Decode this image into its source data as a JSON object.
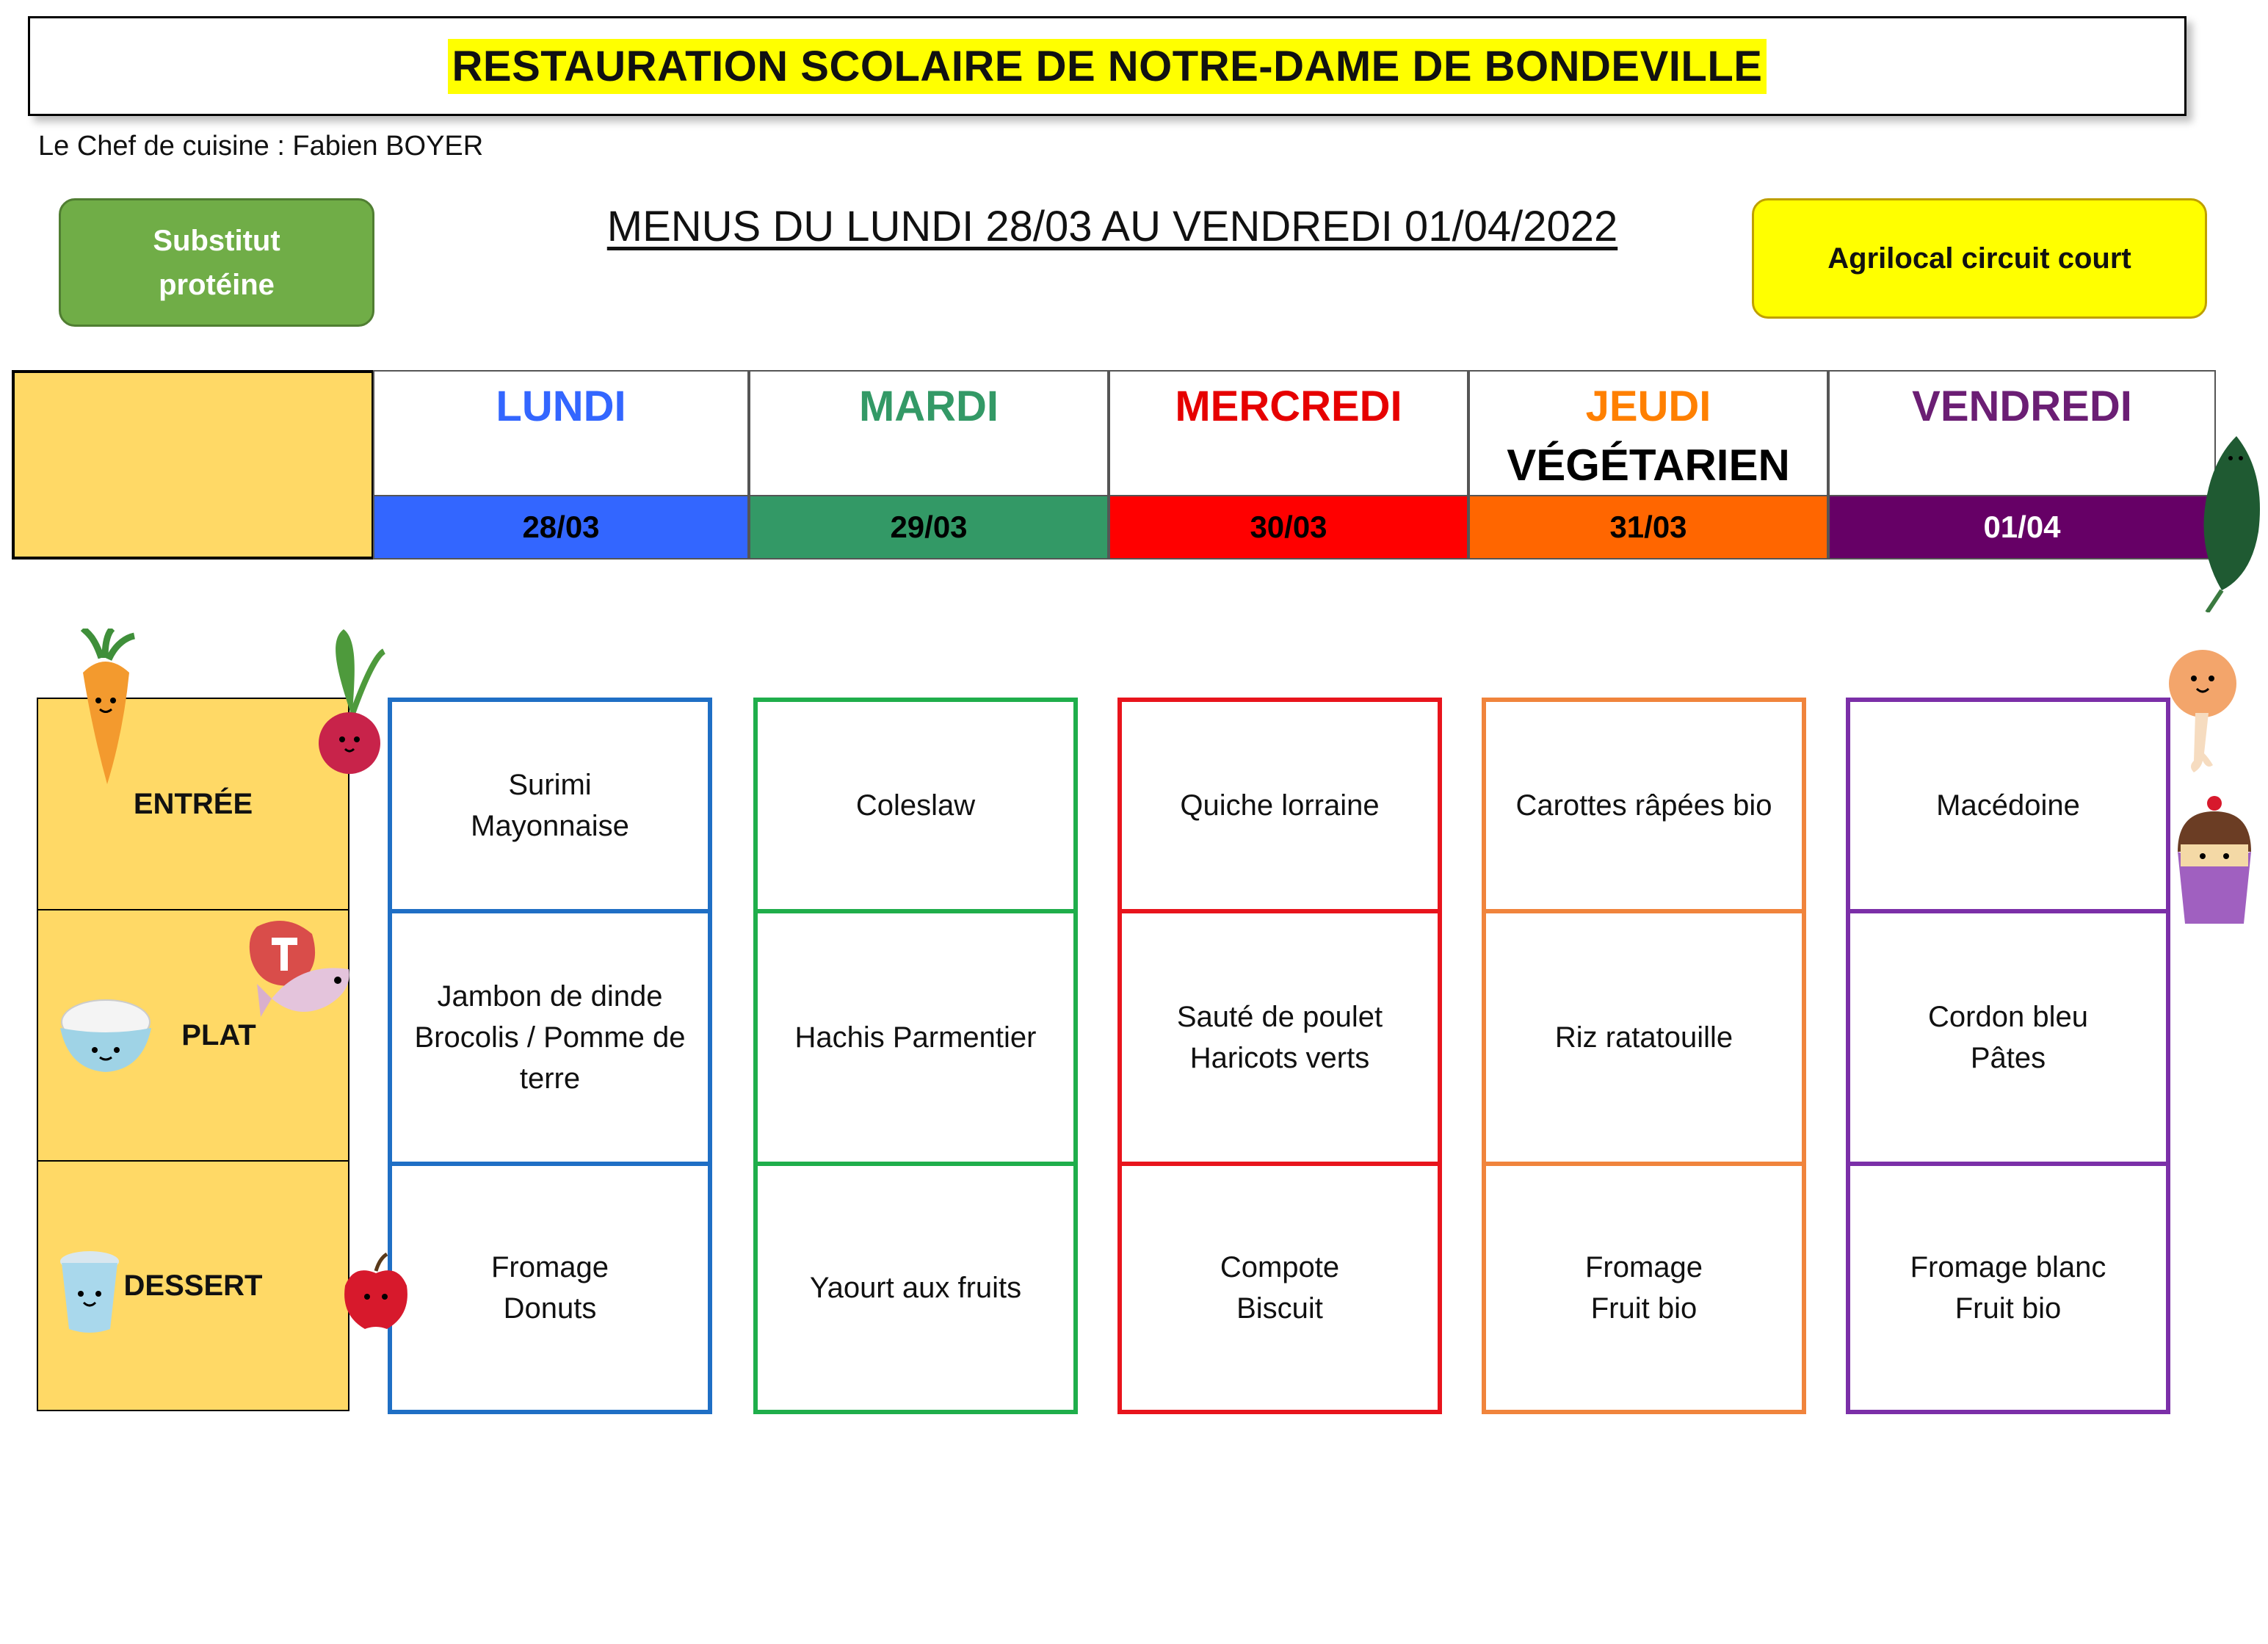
{
  "header": {
    "title": "RESTAURATION SCOLAIRE DE NOTRE-DAME DE BONDEVILLE",
    "chef": "Le Chef de cuisine : Fabien BOYER",
    "menu_title": "MENUS DU LUNDI 28/03 AU VENDREDI 01/04/2022"
  },
  "legend": {
    "substitut": "Substitut\nprotéine",
    "agrilocal": "Agrilocal circuit court",
    "colors": {
      "substitut": "#70ad47",
      "agrilocal": "#ffff00"
    }
  },
  "days": [
    {
      "name": "LUNDI",
      "date": "28/03",
      "color": "#3366ff",
      "header_color": "#3366ff"
    },
    {
      "name": "MARDI",
      "date": "29/03",
      "color": "#339966",
      "header_color": "#339966"
    },
    {
      "name": "MERCREDI",
      "date": "30/03",
      "color": "#ff0000",
      "header_color": "#e60000"
    },
    {
      "name": "JEUDI",
      "subtitle": "VÉGÉTARIEN",
      "date": "31/03",
      "color": "#ff6600",
      "header_color": "#ff8000"
    },
    {
      "name": "VENDREDI",
      "date": "01/04",
      "color": "#660066",
      "header_color": "#6b1e74"
    }
  ],
  "courses": [
    "ENTRÉE",
    "PLAT",
    "DESSERT"
  ],
  "menu": {
    "entree": [
      "Surimi\nMayonnaise",
      "Coleslaw",
      "Quiche lorraine",
      "Carottes râpées bio",
      "Macédoine"
    ],
    "plat": [
      "Jambon de dinde\nBrocolis / Pomme de\nterre",
      "Hachis Parmentier",
      "Sauté de poulet\nHaricots verts",
      "Riz ratatouille",
      "Cordon bleu\nPâtes"
    ],
    "dessert": [
      "Fromage\nDonuts",
      "Yaourt aux fruits",
      "Compote\nBiscuit",
      "Fromage\nFruit bio",
      "Fromage blanc\nFruit bio"
    ]
  },
  "cell_border_colors": [
    "#1f6fc5",
    "#1fae4b",
    "#e8141c",
    "#f0843c",
    "#7b2fa8"
  ],
  "icons": [
    "carrot-icon",
    "radish-icon",
    "steak-icon",
    "fish-icon",
    "rice-bowl-icon",
    "yogurt-icon",
    "apple-icon",
    "spinach-leaf-icon",
    "chicken-leg-icon",
    "cupcake-icon"
  ]
}
